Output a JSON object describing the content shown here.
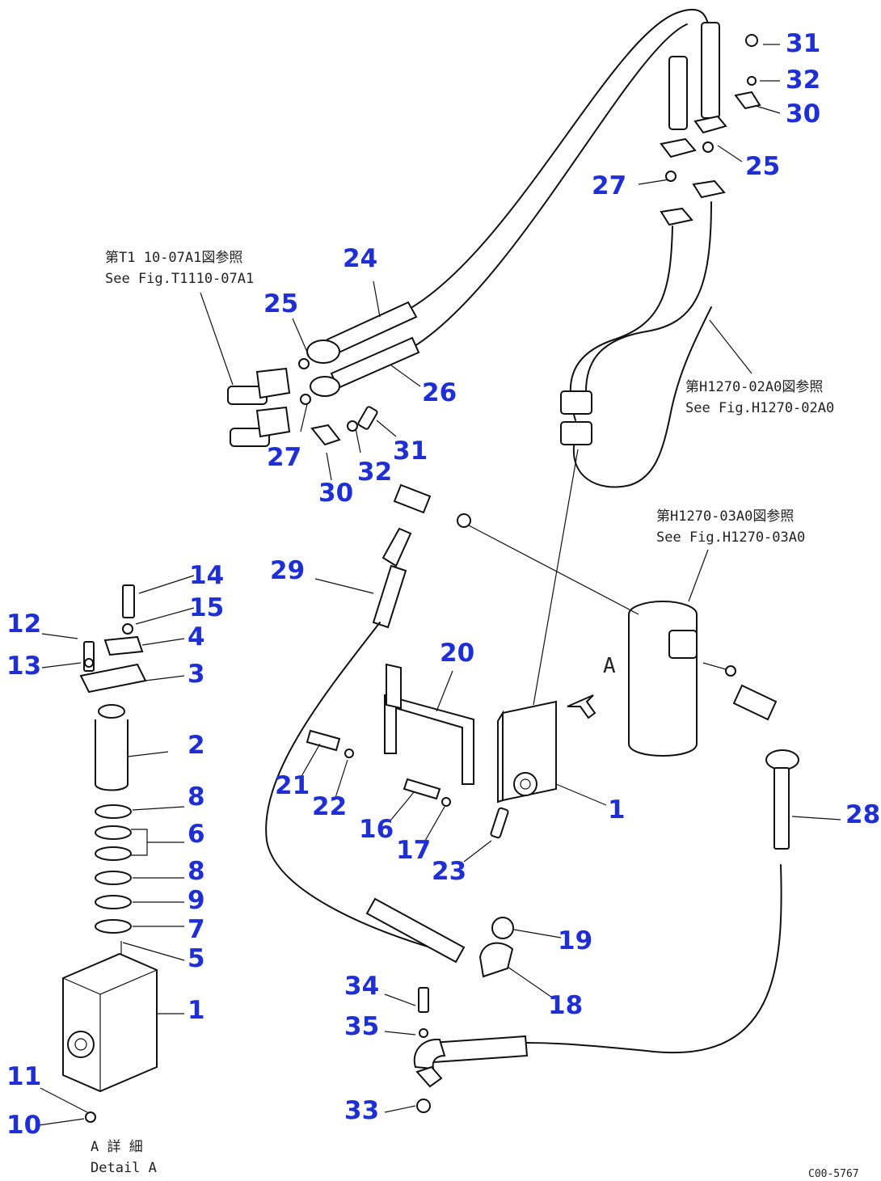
{
  "callouts": {
    "c31_top": "31",
    "c32_top": "32",
    "c30_top": "30",
    "c25_top": "25",
    "c27_top": "27",
    "c24": "24",
    "c25_left": "25",
    "c26": "26",
    "c27_left": "27",
    "c32_left": "32",
    "c31_left": "31",
    "c30_left": "30",
    "c29": "29",
    "c14": "14",
    "c15": "15",
    "c12": "12",
    "c4": "4",
    "c13": "13",
    "c3": "3",
    "c2": "2",
    "c8a": "8",
    "c6": "6",
    "c8b": "8",
    "c9": "9",
    "c7": "7",
    "c5": "5",
    "c1_detail": "1",
    "c11": "11",
    "c10": "10",
    "c20": "20",
    "c21": "21",
    "c22": "22",
    "c16": "16",
    "c17": "17",
    "c23": "23",
    "c1_main": "1",
    "c19": "19",
    "c18": "18",
    "c34": "34",
    "c35": "35",
    "c33": "33",
    "c28": "28"
  },
  "notes": {
    "ref1_jp": "第T1 10-07A1図参照",
    "ref1_en": "See Fig.T1110-07A1",
    "ref2_jp": "第H1270-02A0図参照",
    "ref2_en": "See Fig.H1270-02A0",
    "ref3_jp": "第H1270-03A0図参照",
    "ref3_en": "See Fig.H1270-03A0",
    "view_a": "A",
    "detail_jp": "A 詳 細",
    "detail_en": "Detail A",
    "drawing_no": "C00-5767"
  }
}
